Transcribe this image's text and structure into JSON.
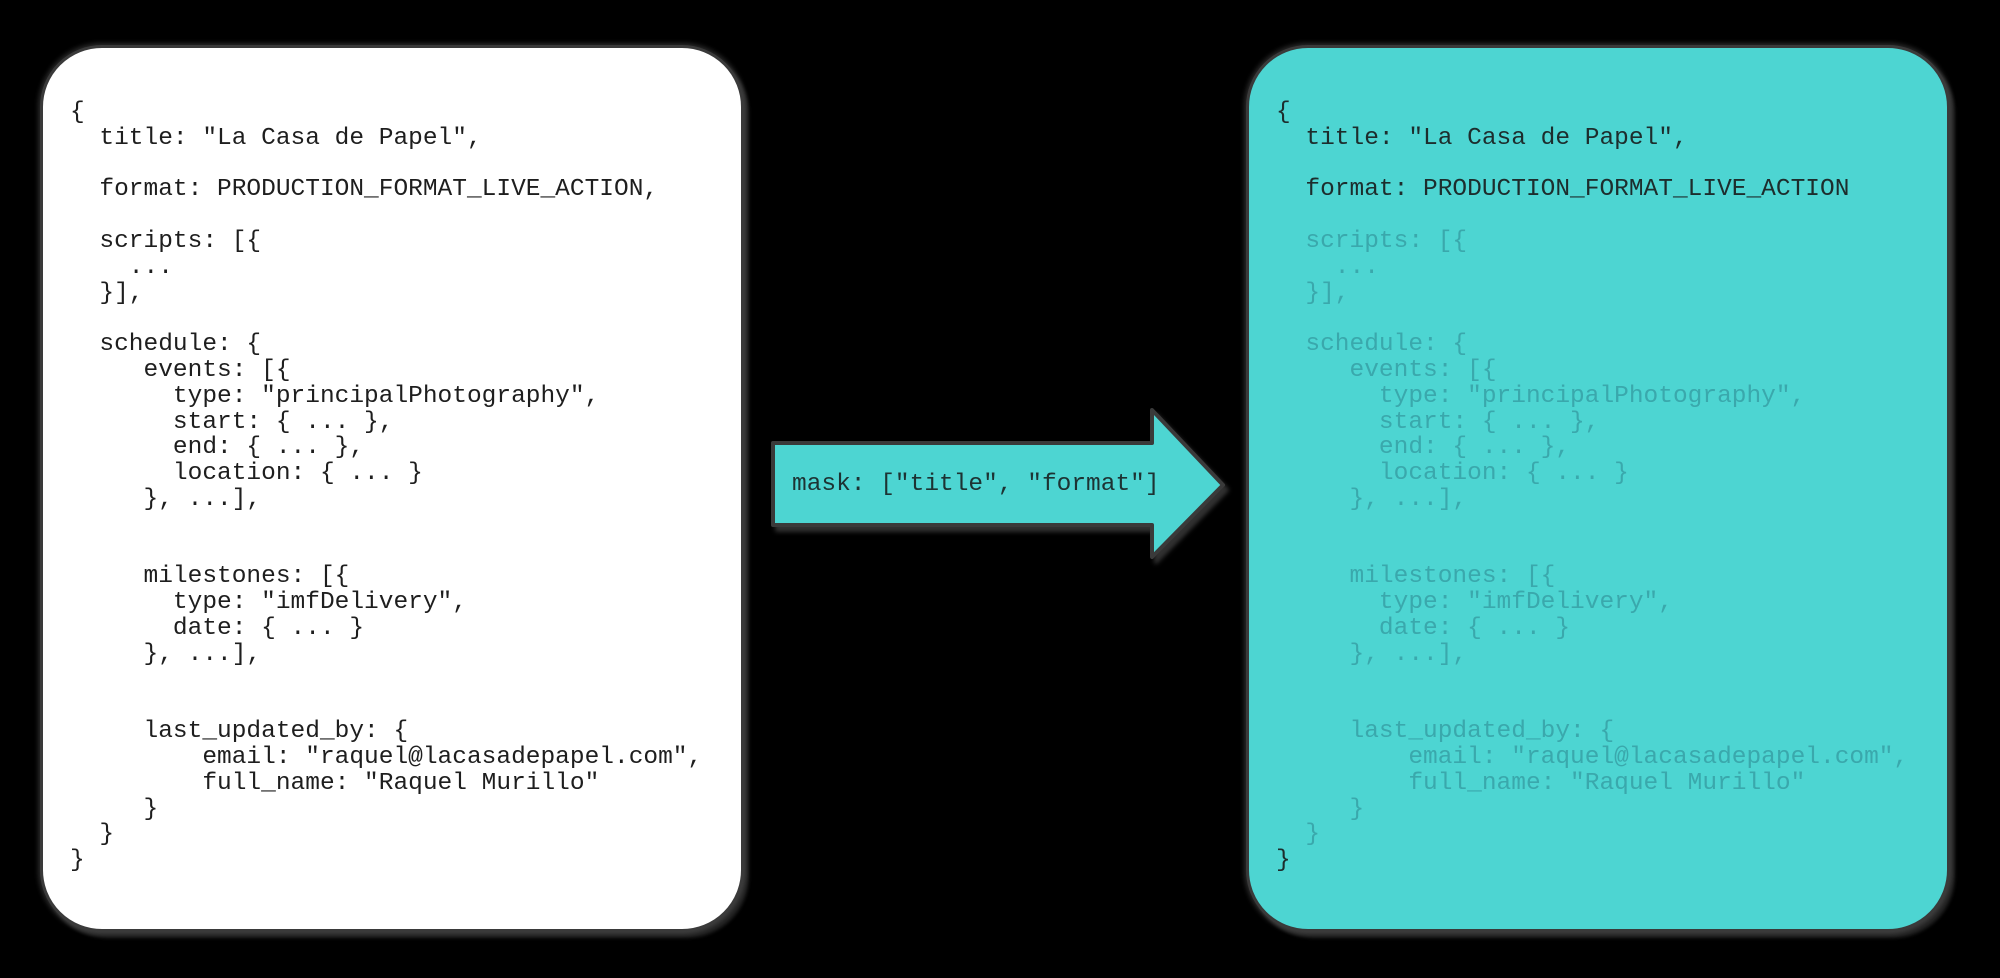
{
  "colors": {
    "canvas_bg": "#000000",
    "panel_border": "#3a3a3a",
    "left_panel_bg": "#ffffff",
    "left_text": "#1e1e1e",
    "teal": "#4dd5d2",
    "right_dark_text": "#1d2d2d",
    "right_muted_text": "#3aa8ac",
    "arrow_fill": "#4dd5d2",
    "arrow_text": "#1d3333"
  },
  "left_panel": {
    "code_lines": [
      "{",
      "  title: \"La Casa de Papel\",",
      "",
      "  format: PRODUCTION_FORMAT_LIVE_ACTION,",
      "",
      "  scripts: [{",
      "    ...",
      "  }],",
      "",
      "  schedule: {",
      "     events: [{",
      "       type: \"principalPhotography\",",
      "       start: { ... },",
      "       end: { ... },",
      "       location: { ... }",
      "     }, ...],",
      "",
      "",
      "     milestones: [{",
      "       type: \"imfDelivery\",",
      "       date: { ... }",
      "     }, ...],",
      "",
      "",
      "     last_updated_by: {",
      "         email: \"raquel@lacasadepapel.com\",",
      "         full_name: \"Raquel Murillo\"",
      "     }",
      "  }",
      "}"
    ]
  },
  "arrow": {
    "label": "mask: [\"title\", \"format\"]"
  },
  "right_panel": {
    "code_lines": [
      {
        "text": "{",
        "masked": false
      },
      {
        "text": "  title: \"La Casa de Papel\",",
        "masked": false
      },
      {
        "text": "",
        "masked": false
      },
      {
        "text": "  format: PRODUCTION_FORMAT_LIVE_ACTION",
        "masked": false
      },
      {
        "text": "",
        "masked": false
      },
      {
        "text": "  scripts: [{",
        "masked": true
      },
      {
        "text": "    ...",
        "masked": true
      },
      {
        "text": "  }],",
        "masked": true
      },
      {
        "text": "",
        "masked": true
      },
      {
        "text": "  schedule: {",
        "masked": true
      },
      {
        "text": "     events: [{",
        "masked": true
      },
      {
        "text": "       type: \"principalPhotography\",",
        "masked": true
      },
      {
        "text": "       start: { ... },",
        "masked": true
      },
      {
        "text": "       end: { ... },",
        "masked": true
      },
      {
        "text": "       location: { ... }",
        "masked": true
      },
      {
        "text": "     }, ...],",
        "masked": true
      },
      {
        "text": "",
        "masked": true
      },
      {
        "text": "",
        "masked": true
      },
      {
        "text": "     milestones: [{",
        "masked": true
      },
      {
        "text": "       type: \"imfDelivery\",",
        "masked": true
      },
      {
        "text": "       date: { ... }",
        "masked": true
      },
      {
        "text": "     }, ...],",
        "masked": true
      },
      {
        "text": "",
        "masked": true
      },
      {
        "text": "",
        "masked": true
      },
      {
        "text": "     last_updated_by: {",
        "masked": true
      },
      {
        "text": "         email: \"raquel@lacasadepapel.com\",",
        "masked": true
      },
      {
        "text": "         full_name: \"Raquel Murillo\"",
        "masked": true
      },
      {
        "text": "     }",
        "masked": true
      },
      {
        "text": "  }",
        "masked": true
      },
      {
        "text": "}",
        "masked": false
      }
    ]
  }
}
